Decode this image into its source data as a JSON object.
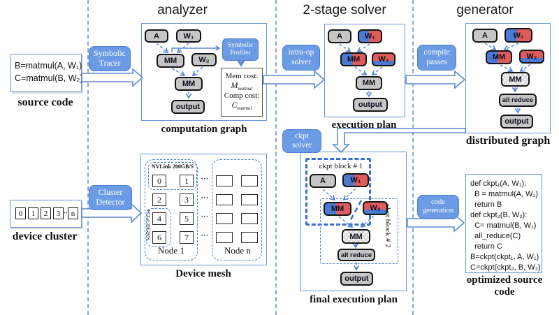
{
  "titles": {
    "analyzer": "analyzer",
    "solver": "2-stage solver",
    "generator": "generator"
  },
  "buttons": {
    "symbolic_tracer": "Symbolic Tracer",
    "cluster_detector": "Cluster Detector",
    "symbolic_profiler": "Symbolic Profiler",
    "intra_op_solver": "intra-op solver",
    "compile_passes": "compile passes",
    "ckpt_solver": "ckpt solver",
    "code_generation": "code generation"
  },
  "source_code": {
    "label": "source code",
    "lines": [
      "B=matmul(A, W₁)",
      "C=matmul(B, W₂)"
    ]
  },
  "computation_graph": {
    "label": "computation graph",
    "a": "A",
    "w1": "W₁",
    "mm1": "MM",
    "w2": "W₂",
    "mm2": "MM",
    "output": "output"
  },
  "cost_box": {
    "mem_label": "Mem cost:",
    "mem_symbol": "M",
    "mem_sub": "matmul",
    "comp_label": "Comp cost:",
    "comp_symbol": "C",
    "comp_sub": "matmul"
  },
  "execution_plan": {
    "label": "execution plan",
    "a": "A",
    "w1": "W₁",
    "mm1": "MM",
    "w2": "W₂",
    "mm2": "MM",
    "output": "output"
  },
  "distributed_graph": {
    "label": "distributed graph",
    "a": "A",
    "w1": "W₁",
    "mm1": "MM",
    "w2": "W₂",
    "mm2": "MM",
    "all_reduce": "all reduce",
    "output": "output"
  },
  "final_plan": {
    "label": "final execution plan",
    "block1": "ckpt block # 1",
    "block2": "ckpt block # 2",
    "a": "A",
    "w1": "W₁",
    "mm1": "MM",
    "w2": "W₂",
    "mm2": "MM",
    "all_reduce": "all reduce",
    "output": "output"
  },
  "optimized_code": {
    "label": "optimized source code",
    "lines": [
      "def ckpt₁(A, W₁):",
      "  B = matmul(A, W₁)",
      "  return B",
      "def ckpt₂(B, W₂):",
      "  C= matmul(B, W₁)",
      "  all_reduce(C)",
      "  return C",
      "B=ckpt(ckpt₁, A, W₁)",
      "C=ckpt(ckpt₂, B, W₂)"
    ]
  },
  "device_cluster": {
    "label": "device cluster",
    "devices": [
      "0",
      "1",
      "2",
      "3"
    ],
    "dots": "··",
    "last": "n"
  },
  "device_mesh": {
    "label": "Device mesh",
    "node1": "Node 1",
    "noden": "Node n",
    "nvlink": "NVLink 200GB/S",
    "pcie": "PCI-e 20GB/S",
    "ids": [
      "0",
      "1",
      "2",
      "3",
      "4",
      "5",
      "6",
      "7"
    ],
    "dots": "···"
  },
  "colors": {
    "accent_blue": "#4a7ad2",
    "accent_red": "#e05c5c",
    "button_blue": "#6b9be5",
    "node_gray": "#c6c6c6"
  }
}
